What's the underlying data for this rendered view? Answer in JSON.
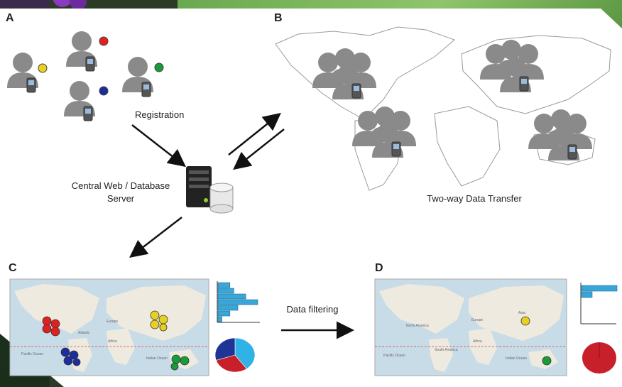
{
  "panels": {
    "a": {
      "letter": "A"
    },
    "b": {
      "letter": "B"
    },
    "c": {
      "letter": "C"
    },
    "d": {
      "letter": "D"
    }
  },
  "labels": {
    "registration": "Registration",
    "server_line1": "Central Web / Database",
    "server_line2": "Server",
    "two_way": "Two-way Data Transfer",
    "data_filtering": "Data filtering"
  },
  "map_labels": {
    "europe": "Europe",
    "africa": "Africa",
    "south_america": "South America",
    "north_america": "North America",
    "pacific": "Pacific Ocean",
    "indian": "Indian Ocean",
    "atlantic": "Atlantic",
    "asia": "Asia"
  },
  "colors": {
    "user_gray": "#8a8a8a",
    "dot_red": "#e02020",
    "dot_yellow": "#e8d020",
    "dot_green": "#1a9a3a",
    "dot_blue": "#1c2d9c",
    "bar_blue": "#3aa6d8",
    "pie_red": "#c8202a",
    "pie_navy": "#1f3596",
    "pie_cyan": "#2fb2e6",
    "map_water": "#c8dce8",
    "map_land": "#eeeae0"
  },
  "chart_data": [
    {
      "type": "bar",
      "orientation": "horizontal",
      "panel": "C",
      "values": [
        3,
        4,
        7,
        10,
        5,
        3,
        1
      ]
    },
    {
      "type": "pie",
      "panel": "C",
      "values": [
        40,
        30,
        30
      ]
    },
    {
      "type": "bar",
      "orientation": "horizontal",
      "panel": "D",
      "values": [
        10,
        3
      ]
    },
    {
      "type": "pie",
      "panel": "D",
      "values": [
        100
      ]
    }
  ]
}
